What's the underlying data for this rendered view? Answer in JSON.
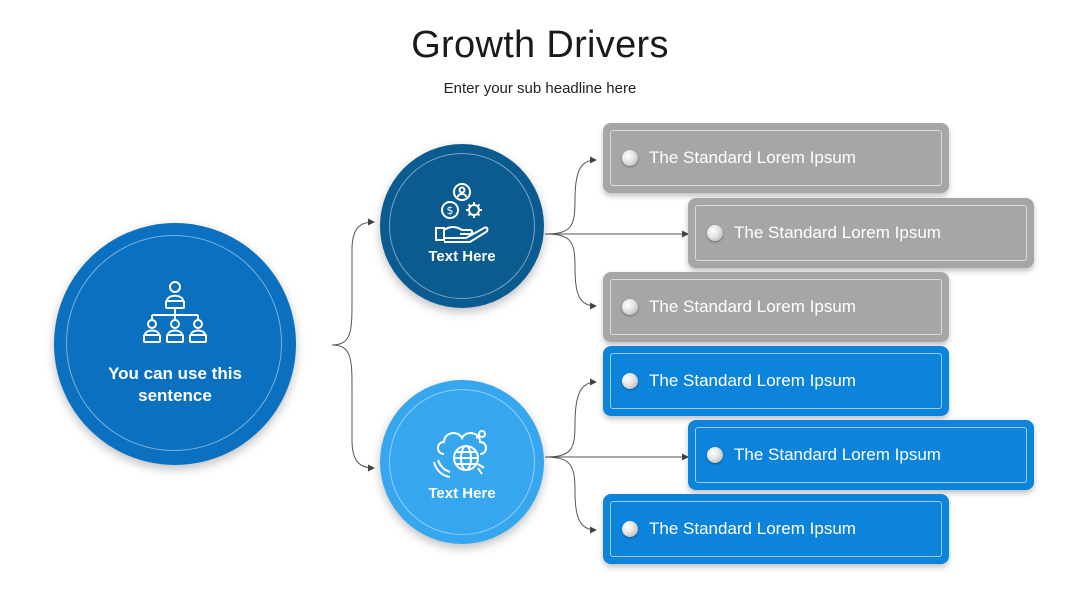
{
  "header": {
    "title": "Growth Drivers",
    "subtitle": "Enter your sub headline here"
  },
  "colors": {
    "main_circle": "#0b70c0",
    "top_circle": "#0b5a90",
    "bottom_circle": "#36a6ef",
    "gray_box": "#a6a6a6",
    "blue_box": "#0c84dc"
  },
  "main_node": {
    "icon": "org-chart-icon",
    "label_line1": "You can use this",
    "label_line2": "sentence"
  },
  "branches": [
    {
      "icon": "hand-money-gear-icon",
      "label": "Text Here",
      "items": [
        "The Standard Lorem Ipsum",
        "The Standard Lorem Ipsum",
        "The Standard Lorem Ipsum"
      ]
    },
    {
      "icon": "cloud-network-globe-icon",
      "label": "Text Here",
      "items": [
        "The Standard Lorem Ipsum",
        "The Standard Lorem Ipsum",
        "The Standard Lorem Ipsum"
      ]
    }
  ]
}
